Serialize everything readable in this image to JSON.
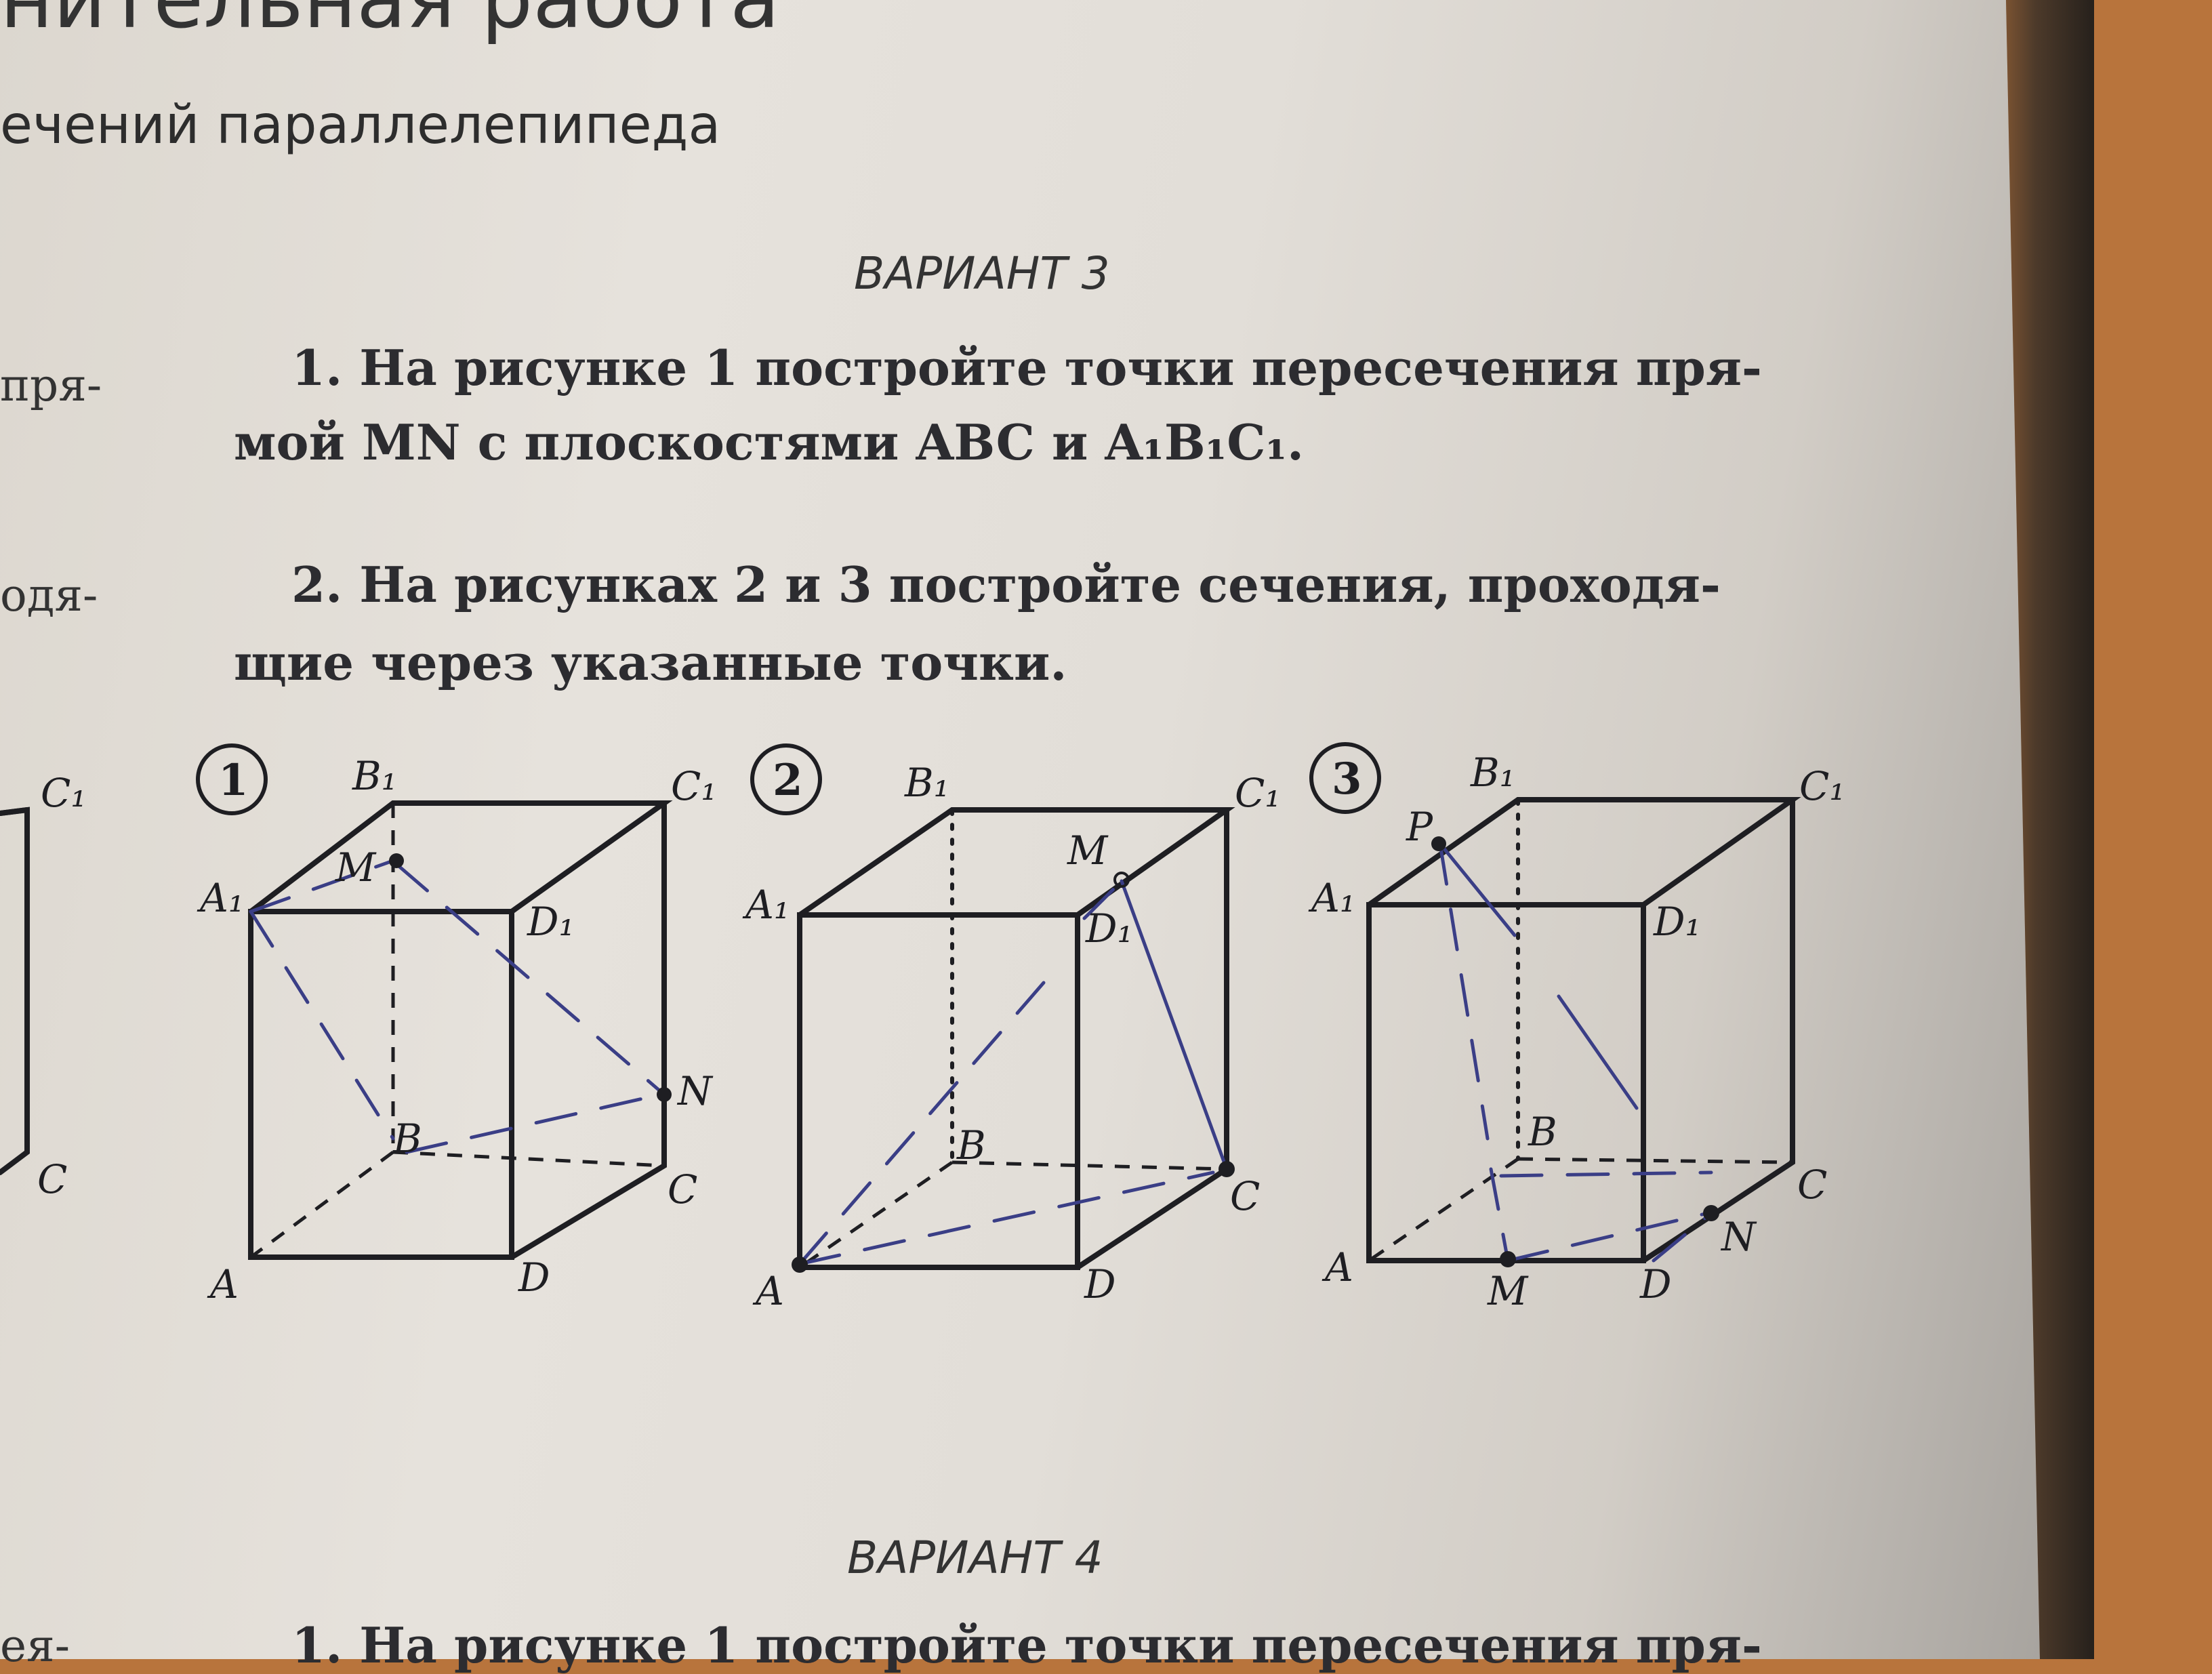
{
  "header": {
    "top_fragment": "нительная работа",
    "subtitle": "ечений параллелепипеда"
  },
  "variant3": {
    "title": "ВАРИАНТ 3",
    "task1": [
      "1. На рисунке 1 постройте точки пересечения пря-",
      "мой MN с плоскостями ABC и A₁B₁C₁."
    ],
    "task2": [
      "2. На рисунках 2 и 3 постройте сечения, проходя-",
      "щие через указанные точки."
    ]
  },
  "left_margin_fragments": [
    "пря-",
    "одя-"
  ],
  "figures": [
    {
      "number": "1",
      "vertices": [
        "A",
        "B",
        "C",
        "D",
        "A₁",
        "B₁",
        "C₁",
        "D₁"
      ],
      "points": [
        "M",
        "N"
      ]
    },
    {
      "number": "2",
      "vertices": [
        "A",
        "B",
        "C",
        "D",
        "A₁",
        "B₁",
        "C₁",
        "D₁"
      ],
      "points": [
        "M"
      ]
    },
    {
      "number": "3",
      "vertices": [
        "A",
        "B",
        "C",
        "D",
        "A₁",
        "B₁",
        "C₁",
        "D₁"
      ],
      "points": [
        "P",
        "M",
        "N"
      ]
    }
  ],
  "left_partial_figure": {
    "labels": [
      "C₁",
      "C"
    ]
  },
  "variant4": {
    "title": "ВАРИАНТ 4",
    "task1_start": "1. На рисунке 1 постройте точки пересечения пря-"
  },
  "bottom_left_fragment": "ея-",
  "colors": {
    "ink": "#1e1e22",
    "pen": "#3a3e86",
    "paper": "#e2ded8"
  }
}
